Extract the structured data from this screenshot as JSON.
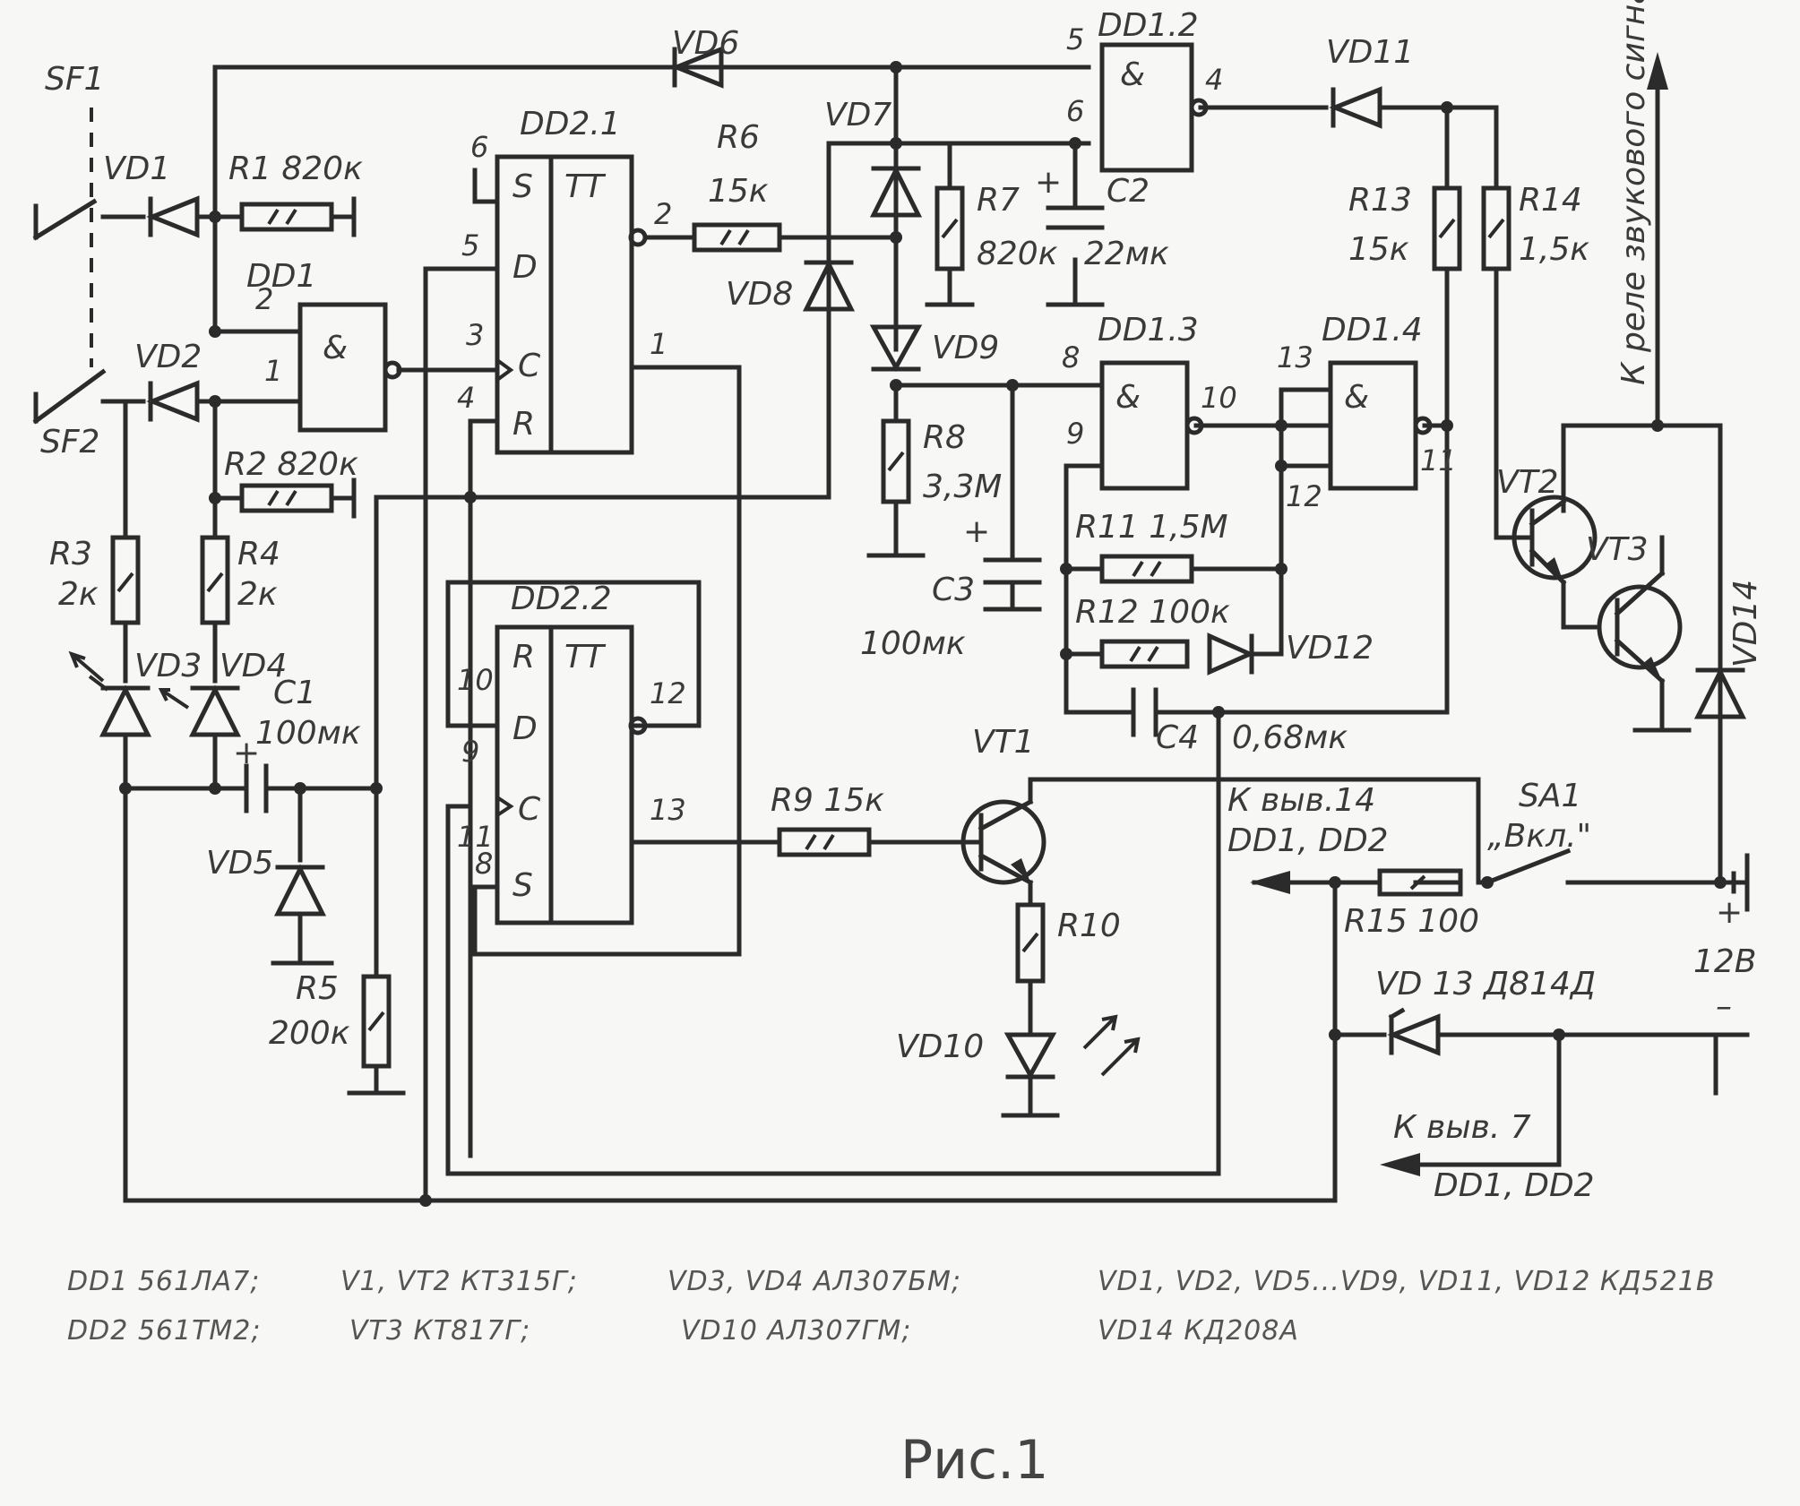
{
  "caption": "Рис.1",
  "labels": {
    "sf1": "SF1",
    "sf2": "SF2",
    "vd1": "VD1",
    "vd2": "VD2",
    "vd3": "VD3",
    "vd4": "VD4",
    "vd5": "VD5",
    "vd6": "VD6",
    "vd7": "VD7",
    "vd8": "VD8",
    "vd9": "VD9",
    "vd10": "VD10",
    "vd11": "VD11",
    "vd12": "VD12",
    "vd13": "VD 13 Д814Д",
    "vd14": "VD14",
    "r1": "R1 820к",
    "r2": "R2 820к",
    "r3": "R3",
    "r3v": "2к",
    "r4": "R4",
    "r4v": "2к",
    "r5": "R5",
    "r5v": "200к",
    "r6": "R6",
    "r6v": "15к",
    "r7": "R7",
    "r7v": "820к",
    "r8": "R8",
    "r8v": "3,3М",
    "r9": "R9 15к",
    "r10": "R10",
    "r11": "R11 1,5М",
    "r12": "R12 100к",
    "r13": "R13",
    "r13v": "15к",
    "r14": "R14",
    "r14v": "1,5к",
    "r15": "R15 100",
    "c1": "C1",
    "c1v": "100мк",
    "c2": "C2",
    "c2v": "22мк",
    "c3": "C3",
    "c3v": "100мк",
    "c4": "C4",
    "c4v": "0,68мк",
    "dd1": "DD1",
    "dd12": "DD1.2",
    "dd13": "DD1.3",
    "dd14": "DD1.4",
    "dd21": "DD2.1",
    "dd22": "DD2.2",
    "vt1": "VT1",
    "vt2": "VT2",
    "vt3": "VT3",
    "sa1": "SA1",
    "sa1v": "„Вкл.\"",
    "tt": "TT",
    "and": "&",
    "s": "S",
    "d": "D",
    "c": "C",
    "r": "R",
    "plus": "+",
    "minus": "–",
    "v12": "12В",
    "pwr14a": "К выв.14",
    "pwr14b": "DD1, DD2",
    "pwr7a": "К выв. 7",
    "pwr7b": "DD1, DD2",
    "relay": "К реле звукового сигнала"
  },
  "pins": {
    "p1": "1",
    "p2": "2",
    "p3": "3",
    "p4": "4",
    "p5": "5",
    "p6": "6",
    "p8": "8",
    "p9": "9",
    "p10": "10",
    "p11": "11",
    "p12": "12",
    "p13": "13"
  },
  "notes": {
    "n1": "DD1 561ЛА7;",
    "n2": "V1, VT2  КТ315Г;",
    "n3": "VD3, VD4  АЛ307БМ;",
    "n4": "VD1, VD2, VD5...VD9, VD11, VD12  КД521В",
    "n5": "DD2 561ТМ2;",
    "n6": "VT3  КТ817Г;",
    "n7": "VD10  АЛ307ГМ;",
    "n8": "VD14  КД208А"
  }
}
